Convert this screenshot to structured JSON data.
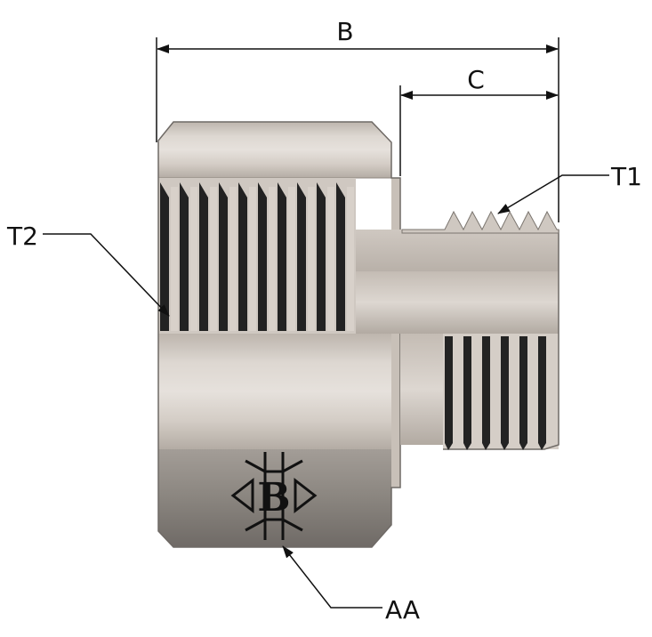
{
  "labels": {
    "dimension_b": "B",
    "dimension_c": "C",
    "thread_t1": "T1",
    "thread_t2": "T2",
    "hex_aa": "AA"
  },
  "logo": {
    "letter": "B"
  },
  "colors": {
    "metal_light": "#d9d3cc",
    "metal_mid": "#b9b1a9",
    "metal_dark": "#7d7873",
    "thread_dark": "#1f1f1f",
    "line": "#111111"
  }
}
